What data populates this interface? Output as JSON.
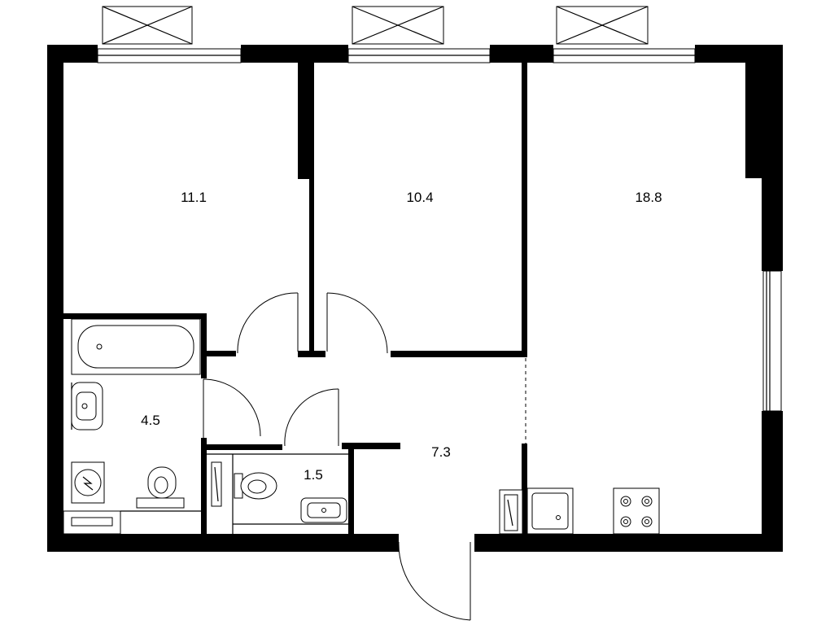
{
  "floor_plan": {
    "rooms": [
      {
        "id": "bedroom-left",
        "area": "11.1"
      },
      {
        "id": "bedroom-mid",
        "area": "10.4"
      },
      {
        "id": "living-kitchen",
        "area": "18.8"
      },
      {
        "id": "bathroom",
        "area": "4.5"
      },
      {
        "id": "toilet",
        "area": "1.5"
      },
      {
        "id": "hallway",
        "area": "7.3"
      }
    ],
    "colors": {
      "wall": "#000000",
      "background": "#ffffff"
    }
  }
}
